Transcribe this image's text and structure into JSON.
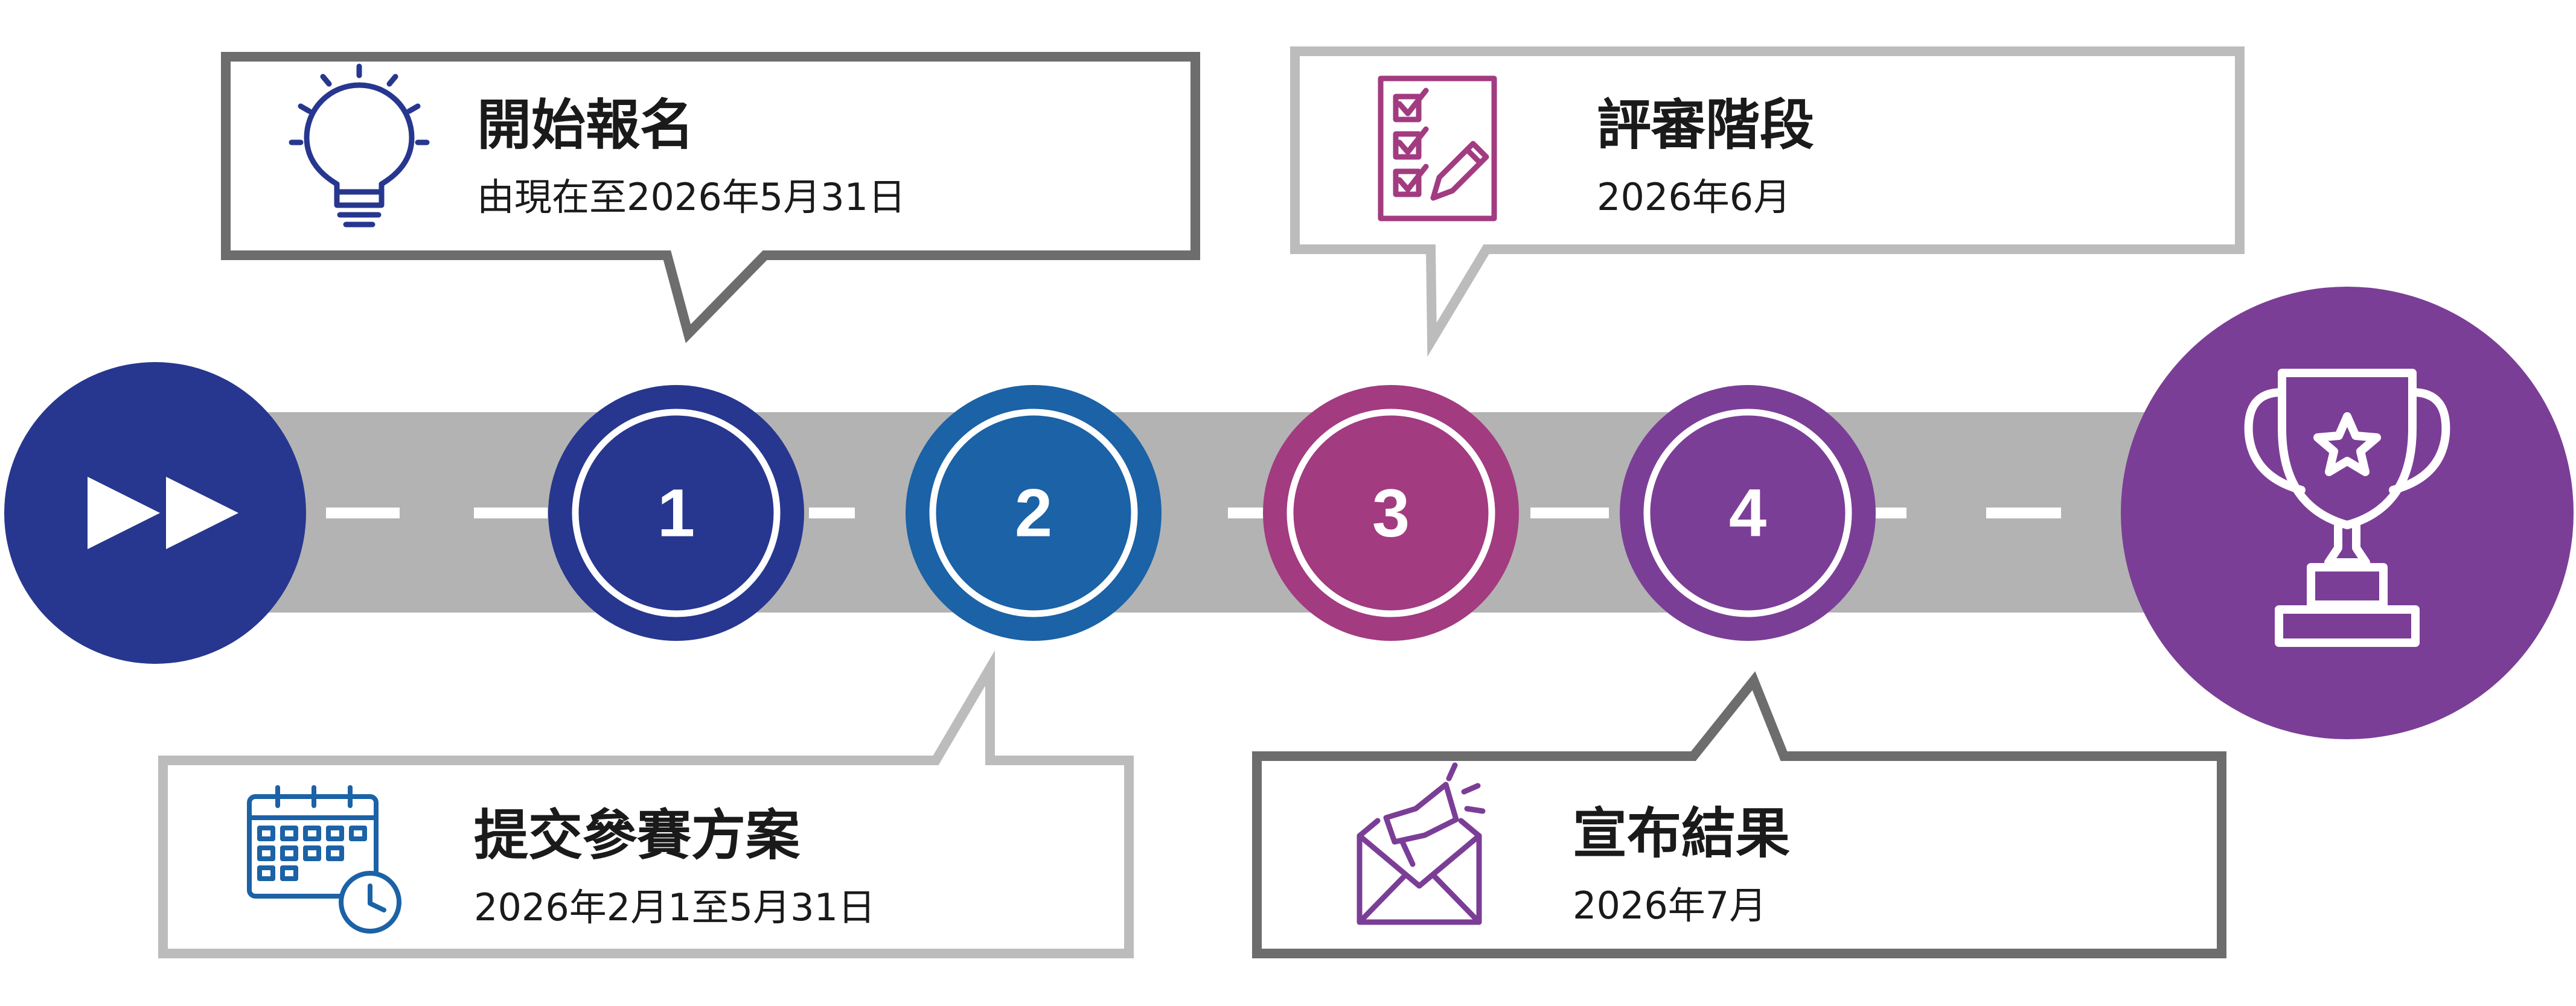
{
  "colors": {
    "road": "#b3b3b3",
    "road_dash": "#ffffff",
    "start": "#27378f",
    "step1": "#27378f",
    "step2": "#1b62a6",
    "step3": "#a23b80",
    "step4": "#7b3e96",
    "trophy": "#7b3e96",
    "callout_dark": "#6d6d6d",
    "callout_light": "#bcbcbc"
  },
  "start": {
    "icon": "fast-forward-icon"
  },
  "finish": {
    "icon": "trophy-icon"
  },
  "steps": [
    {
      "number": "1",
      "title": "開始報名",
      "date": "由現在至2026年5月31日",
      "icon": "lightbulb-icon"
    },
    {
      "number": "2",
      "title": "提交參賽方案",
      "date": "2026年2月1至5月31日",
      "icon": "calendar-clock-icon"
    },
    {
      "number": "3",
      "title": "評審階段",
      "date": "2026年6月",
      "icon": "checklist-icon"
    },
    {
      "number": "4",
      "title": "宣布結果",
      "date": "2026年7月",
      "icon": "megaphone-envelope-icon"
    }
  ]
}
